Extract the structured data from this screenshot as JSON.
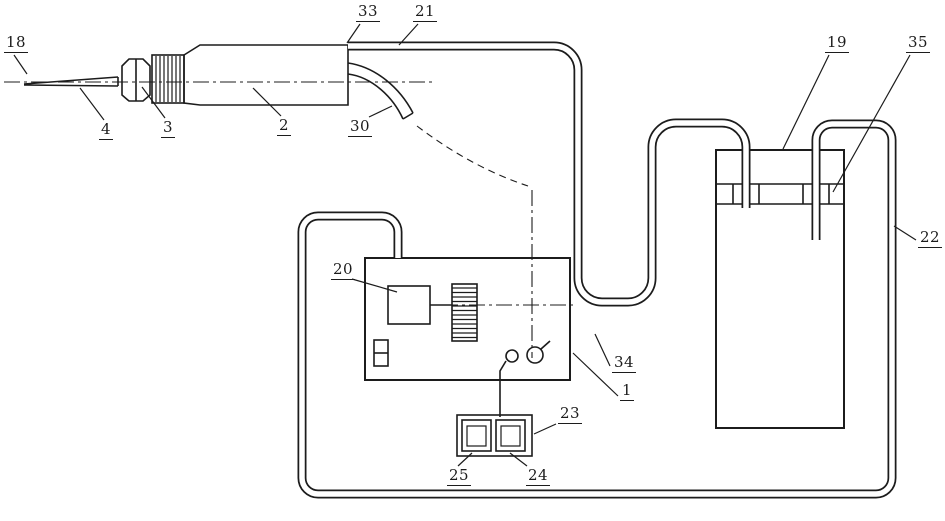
{
  "diagram": {
    "type": "technical-schematic",
    "description": "Patent-style line schematic of a handpiece instrument connected by tubing to a control box, foot pedal unit and a collection reservoir",
    "background": "#ffffff",
    "line_color": "#1c1c1c",
    "labels": [
      {
        "part": "18"
      },
      {
        "part": "4"
      },
      {
        "part": "3"
      },
      {
        "part": "2"
      },
      {
        "part": "33"
      },
      {
        "part": "21"
      },
      {
        "part": "30"
      },
      {
        "part": "20"
      },
      {
        "part": "34"
      },
      {
        "part": "1"
      },
      {
        "part": "19"
      },
      {
        "part": "35"
      },
      {
        "part": "22"
      },
      {
        "part": "23"
      },
      {
        "part": "25"
      },
      {
        "part": "24"
      }
    ]
  }
}
